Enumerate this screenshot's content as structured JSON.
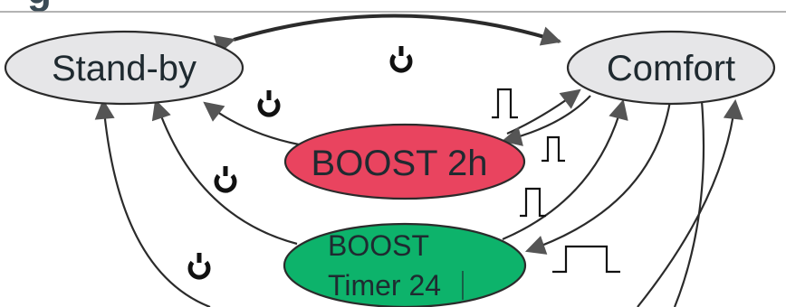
{
  "header": {
    "partial_title": "g"
  },
  "colors": {
    "node_grey": "#e6e6e8",
    "boost2h": "#e9445f",
    "boost_timer": "#0db36b",
    "line": "#2b2b2b",
    "rule": "#9a9a9a",
    "text": "#1f2a30"
  },
  "nodes": {
    "standby": {
      "label": "Stand-by"
    },
    "comfort": {
      "label": "Comfort"
    },
    "boost2h": {
      "label": "BOOST 2h"
    },
    "boost_timer": {
      "line1": "BOOST",
      "line2": "Timer 24"
    }
  },
  "icons": {
    "power": "power-icon",
    "short_pulse": "short-pulse-icon",
    "long_pulse": "long-pulse-icon"
  }
}
